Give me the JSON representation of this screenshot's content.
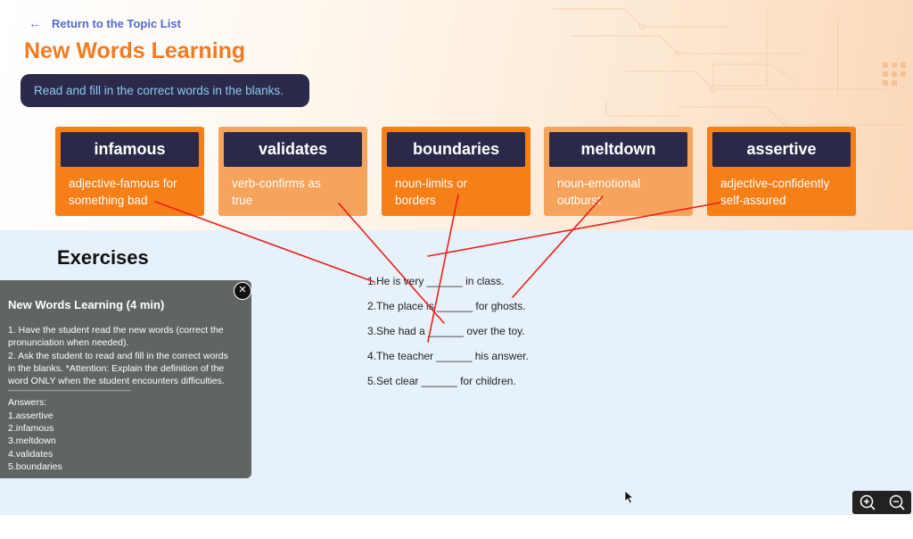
{
  "header": {
    "back_link": "Return to the Topic List",
    "title": "New Words Learning",
    "instruction": "Read and fill in the correct words in the blanks."
  },
  "cards": [
    {
      "word": "infamous",
      "definition_line1": "adjective-famous for",
      "definition_line2": "something bad",
      "style": "dark"
    },
    {
      "word": "validates",
      "definition_line1": "verb-confirms as",
      "definition_line2": "true",
      "style": "light"
    },
    {
      "word": "boundaries",
      "definition_line1": "noun-limits or",
      "definition_line2": "borders",
      "style": "dark"
    },
    {
      "word": "meltdown",
      "definition_line1": "noun-emotional",
      "definition_line2": "outburst",
      "style": "light"
    },
    {
      "word": "assertive",
      "definition_line1": "adjective-confidently",
      "definition_line2": "self-assured",
      "style": "dark"
    }
  ],
  "exercises": {
    "title": "Exercises",
    "sentences": [
      "1.He is very ______ in class.",
      "2.The place is ______ for ghosts.",
      "3.She had a ______ over the toy.",
      "4.The teacher ______ his answer.",
      "5.Set clear ______ for children."
    ]
  },
  "guide": {
    "title": "New Words Learning (4 min)",
    "lines": [
      "1. Have the student read the new words (correct the",
      "pronunciation when needed).",
      "2. Ask the student to read and fill in the correct words",
      "in the blanks. *Attention: Explain the definition of the",
      "word ONLY when the student encounters difficulties.",
      "-----------------------------------------------------------",
      "Answers:",
      "1.assertive",
      "2.infamous",
      "3.meltdown",
      "4.validates",
      "5.boundaries"
    ],
    "close_icon": "close-icon"
  },
  "zoom": {
    "zoom_in_icon": "zoom-in-icon",
    "zoom_out_icon": "zoom-out-icon"
  },
  "colors": {
    "accent_orange": "#f07b24",
    "card_dark": "#f77f18",
    "card_light": "#f6a35c",
    "navy": "#2a2949",
    "link_blue": "#5469d4",
    "annotation_red": "#e8211c"
  }
}
